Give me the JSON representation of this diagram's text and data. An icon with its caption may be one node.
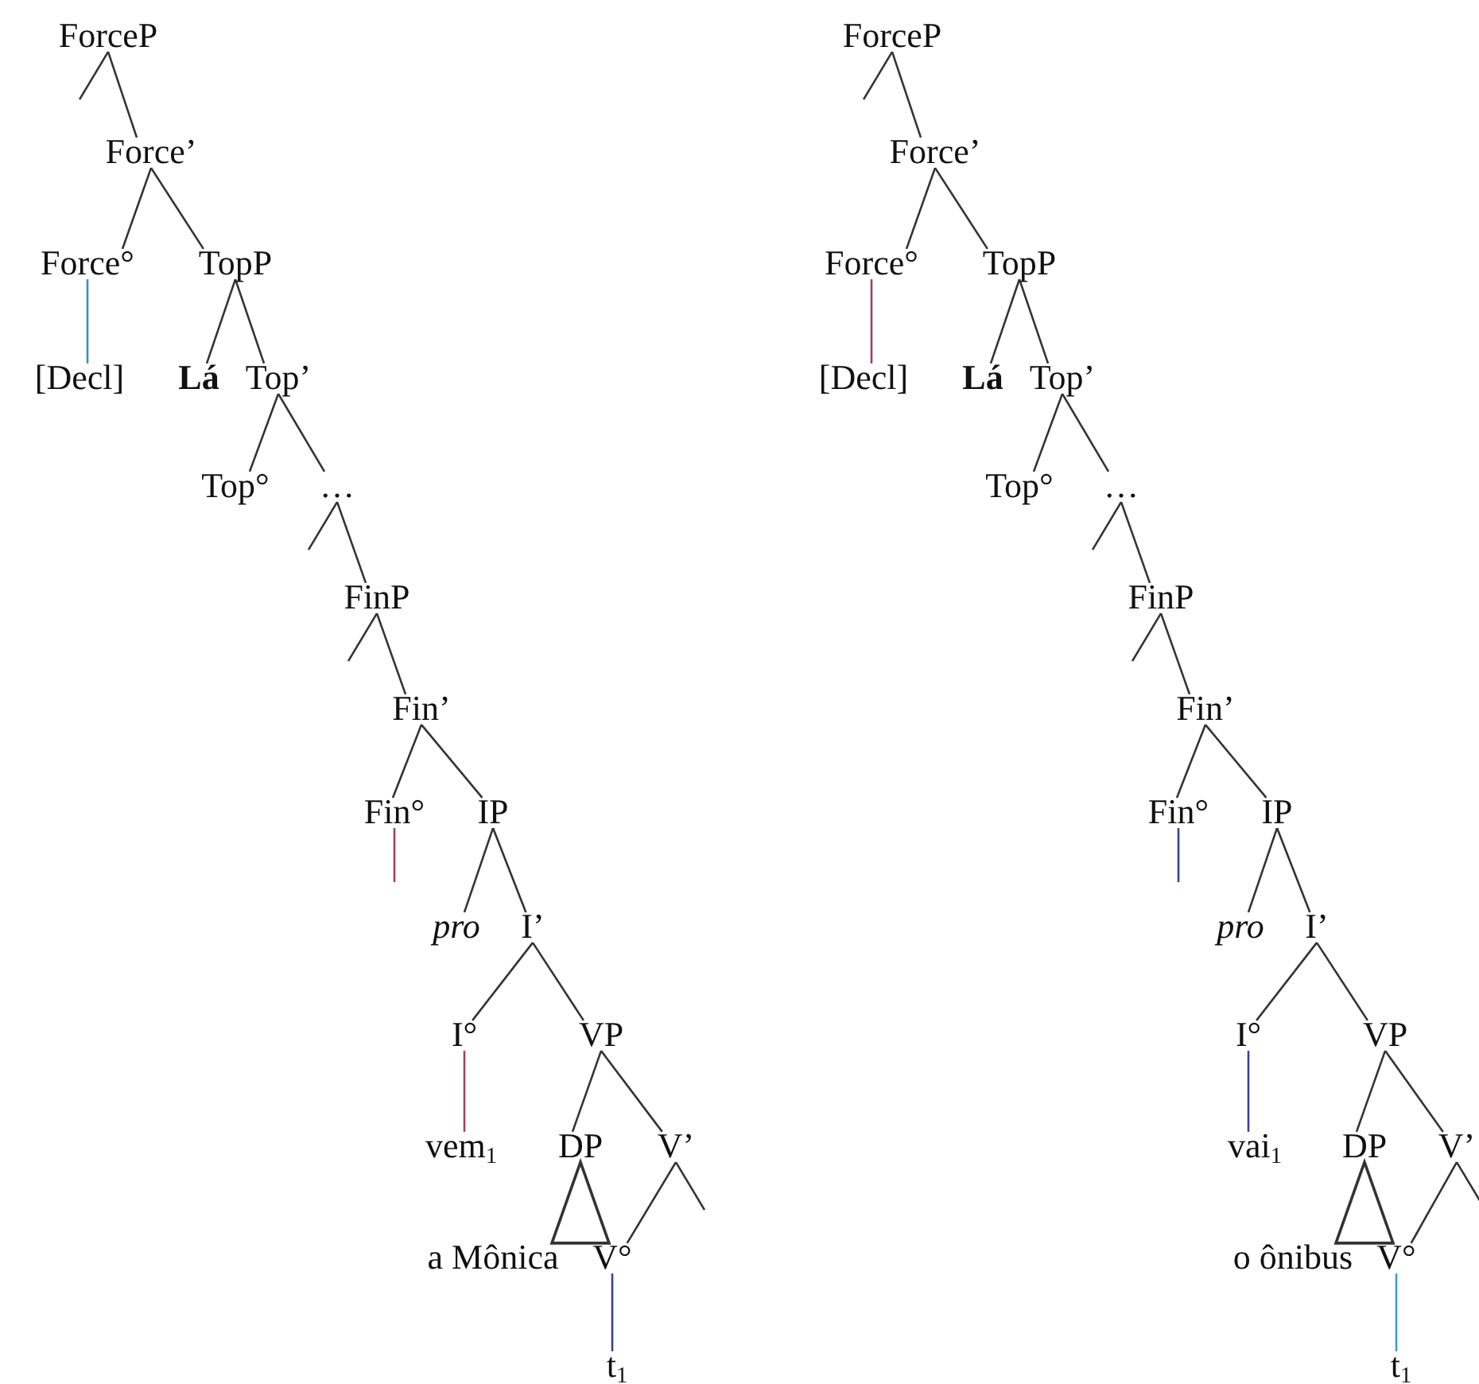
{
  "diagram": {
    "nodes": [
      {
        "text": [
          "ForceP"
        ]
      },
      {
        "text": [
          "Force’"
        ]
      },
      {
        "text": [
          "Force°"
        ]
      },
      {
        "text": [
          "TopP"
        ]
      },
      {
        "text": [
          "[Decl]"
        ]
      },
      {
        "text": [
          "Lá"
        ]
      },
      {
        "text": [
          "Top’"
        ]
      },
      {
        "text": [
          "Top°"
        ]
      },
      {
        "text": [
          "…"
        ]
      },
      {
        "text": [
          "FinP"
        ]
      },
      {
        "text": [
          "Fin’"
        ]
      },
      {
        "text": [
          "Fin°"
        ]
      },
      {
        "text": [
          "IP"
        ]
      },
      {
        "text": [
          "pro"
        ]
      },
      {
        "text": [
          "I’"
        ]
      },
      {
        "text": [
          "I°"
        ]
      },
      {
        "text": [
          "VP"
        ]
      },
      {
        "text": [
          "vem$_{1}$"
        ]
      },
      {
        "text": [
          "DP"
        ]
      },
      {
        "text": [
          "V’"
        ]
      },
      {
        "text": [
          "a Mônica"
        ]
      },
      {
        "text": [
          "V°"
        ]
      },
      {
        "text": [
          "t$_{1}$"
        ]
      },
      {
        "text": [
          "ForceP"
        ]
      },
      {
        "text": [
          "Force’"
        ]
      },
      {
        "text": [
          "Force°"
        ]
      },
      {
        "text": [
          "TopP"
        ]
      },
      {
        "text": [
          "[Decl]"
        ]
      },
      {
        "text": [
          "Lá"
        ]
      },
      {
        "text": [
          "Top’"
        ]
      },
      {
        "text": [
          "Top°"
        ]
      },
      {
        "text": [
          "…"
        ]
      },
      {
        "text": [
          "FinP"
        ]
      },
      {
        "text": [
          "Fin’"
        ]
      },
      {
        "text": [
          "Fin°"
        ]
      },
      {
        "text": [
          "IP"
        ]
      },
      {
        "text": [
          "pro"
        ]
      },
      {
        "text": [
          "I’"
        ]
      },
      {
        "text": [
          "I°"
        ]
      },
      {
        "text": [
          "VP"
        ]
      },
      {
        "text": [
          "vai$_{1}$"
        ]
      },
      {
        "text": [
          "DP"
        ]
      },
      {
        "text": [
          "V’"
        ]
      },
      {
        "text": [
          "o ônibus"
        ]
      },
      {
        "text": [
          "V°"
        ]
      },
      {
        "text": [
          "t$_{1}$"
        ]
      }
    ],
    "edges": [
      {
        "from": 0,
        "to": 1,
        "arrow": "none"
      },
      {
        "from": 1,
        "to": 2,
        "arrow": "none"
      },
      {
        "from": 1,
        "to": 3,
        "arrow": "none"
      },
      {
        "from": 2,
        "to": 4,
        "arrow": "none",
        "color": "#3b8ec0"
      },
      {
        "from": 3,
        "to": 5,
        "arrow": "none"
      },
      {
        "from": 3,
        "to": 6,
        "arrow": "none"
      },
      {
        "from": 6,
        "to": 7,
        "arrow": "none"
      },
      {
        "from": 6,
        "to": 8,
        "arrow": "none"
      },
      {
        "from": 8,
        "to": null,
        "arrow": "none"
      },
      {
        "from": 8,
        "to": 9,
        "arrow": "none"
      },
      {
        "from": 9,
        "to": 10,
        "arrow": "none"
      },
      {
        "from": 10,
        "to": 11,
        "arrow": "none"
      },
      {
        "from": 10,
        "to": 12,
        "arrow": "none"
      },
      {
        "from": 11,
        "to": null,
        "arrow": "none",
        "color": "#a0405a"
      },
      {
        "from": 12,
        "to": 13,
        "arrow": "none"
      },
      {
        "from": 12,
        "to": 14,
        "arrow": "none"
      },
      {
        "from": 14,
        "to": 15,
        "arrow": "none"
      },
      {
        "from": 14,
        "to": 16,
        "arrow": "none"
      },
      {
        "from": 15,
        "to": 17,
        "arrow": "none",
        "color": "#a0405a"
      },
      {
        "from": 16,
        "to": 18,
        "arrow": "none"
      },
      {
        "from": 16,
        "to": 19,
        "arrow": "none"
      },
      {
        "from": 18,
        "to": 20,
        "arrow": "none"
      },
      {
        "from": 19,
        "to": 21,
        "arrow": "none"
      },
      {
        "from": 19,
        "to": null,
        "arrow": "none"
      },
      {
        "from": 21,
        "to": 22,
        "arrow": "none",
        "color": "#3a3f9a"
      },
      {
        "from": 23,
        "to": 24,
        "arrow": "none"
      },
      {
        "from": 24,
        "to": 25,
        "arrow": "none"
      },
      {
        "from": 24,
        "to": 26,
        "arrow": "none"
      },
      {
        "from": 25,
        "to": 27,
        "arrow": "none",
        "color": "#a0405a"
      },
      {
        "from": 26,
        "to": 28,
        "arrow": "none"
      },
      {
        "from": 26,
        "to": 29,
        "arrow": "none"
      },
      {
        "from": 29,
        "to": 30,
        "arrow": "none"
      },
      {
        "from": 29,
        "to": 31,
        "arrow": "none"
      },
      {
        "from": 31,
        "to": null,
        "arrow": "none"
      },
      {
        "from": 31,
        "to": 32,
        "arrow": "none"
      },
      {
        "from": 32,
        "to": 33,
        "arrow": "none"
      },
      {
        "from": 33,
        "to": 34,
        "arrow": "none"
      },
      {
        "from": 33,
        "to": 35,
        "arrow": "none"
      },
      {
        "from": 34,
        "to": null,
        "arrow": "none",
        "color": "#3a3f9a"
      },
      {
        "from": 35,
        "to": 36,
        "arrow": "none"
      },
      {
        "from": 35,
        "to": 37,
        "arrow": "none"
      },
      {
        "from": 37,
        "to": 38,
        "arrow": "none"
      },
      {
        "from": 37,
        "to": 39,
        "arrow": "none"
      },
      {
        "from": 38,
        "to": 40,
        "arrow": "none",
        "color": "#3a3f9a"
      },
      {
        "from": 39,
        "to": 41,
        "arrow": "none"
      },
      {
        "from": 39,
        "to": 42,
        "arrow": "none"
      },
      {
        "from": 41,
        "to": 43,
        "arrow": "none"
      },
      {
        "from": 42,
        "to": 44,
        "arrow": "none"
      },
      {
        "from": 42,
        "to": null,
        "arrow": "none"
      },
      {
        "from": 44,
        "to": 45,
        "arrow": "none",
        "color": "#3ba0d0"
      },
      {
        "from": 0,
        "to": null,
        "arrow": "none"
      },
      {
        "from": 9,
        "to": null,
        "arrow": "none"
      },
      {
        "from": 23,
        "to": null,
        "arrow": "none"
      },
      {
        "from": 32,
        "to": null,
        "arrow": "none"
      }
    ]
  }
}
